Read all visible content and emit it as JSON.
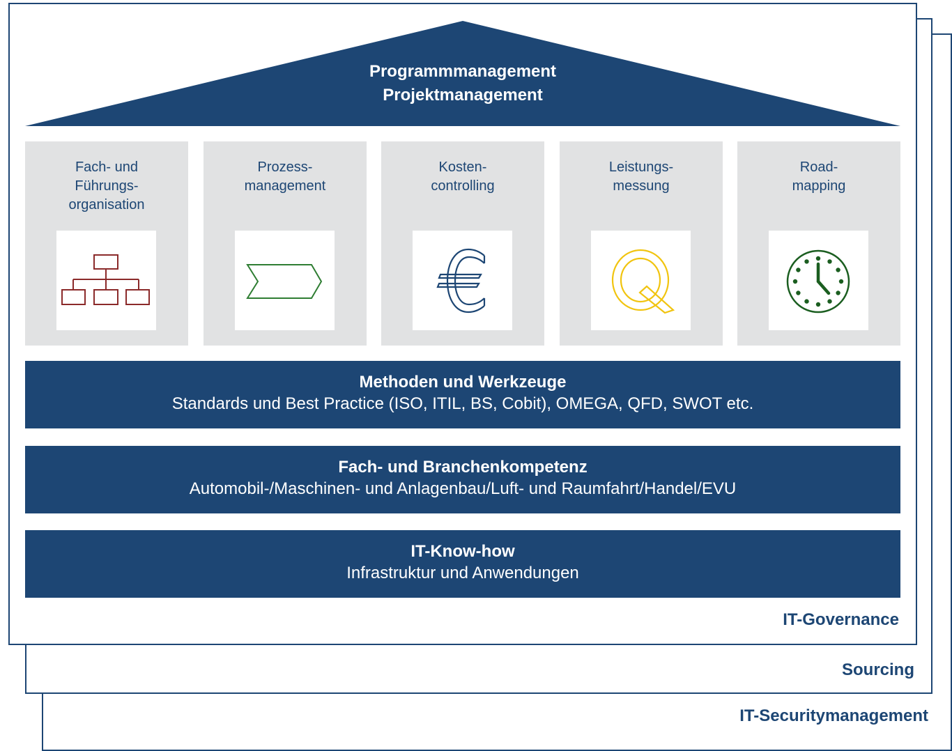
{
  "roof": {
    "line1": "Programmmanagement",
    "line2": "Projektmanagement"
  },
  "pillars": [
    {
      "label": "Fach- und\nFührungs-\norganisation",
      "icon": "org-chart-icon"
    },
    {
      "label": "Prozess-\nmanagement",
      "icon": "process-chevron-icon"
    },
    {
      "label": "Kosten-\ncontrolling",
      "icon": "euro-icon"
    },
    {
      "label": "Leistungs-\nmessung",
      "icon": "quality-q-icon"
    },
    {
      "label": "Road-\nmapping",
      "icon": "clock-icon"
    }
  ],
  "bands": {
    "methods": {
      "title": "Methoden und Werkzeuge",
      "subtitle": "Standards und Best Practice (ISO, ITIL, BS, Cobit), OMEGA, QFD, SWOT etc."
    },
    "industry": {
      "title": "Fach- und Branchenkompetenz",
      "subtitle": "Automobil-/Maschinen- und Anlagenbau/Luft- und Raumfahrt/Handel/EVU"
    },
    "it": {
      "title": "IT-Know-how",
      "subtitle": "Infrastruktur und Anwendungen"
    }
  },
  "layers": {
    "governance": "IT-Governance",
    "sourcing": "Sourcing",
    "security": "IT-Securitymanagement"
  },
  "colors": {
    "navy": "#1d4674",
    "pillar_bg": "#e1e2e3",
    "org_chart": "#8b2a2a",
    "process": "#2e7d32",
    "euro": "#1d4674",
    "quality": "#f1c40f",
    "clock": "#1b5e20"
  }
}
